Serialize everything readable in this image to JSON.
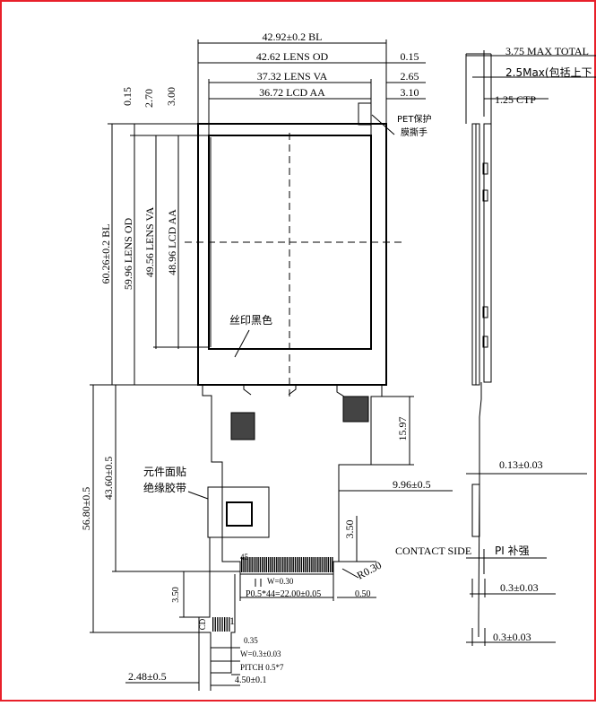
{
  "border_color": "#e8202a",
  "dims_top": {
    "bl_width": "42.92±0.2 BL",
    "lens_od_width": "42.62 LENS OD",
    "lens_va_width": "37.32 LENS VA",
    "lcd_aa_width": "36.72 LCD AA",
    "right_gap_1": "0.15",
    "right_gap_2": "2.65",
    "right_gap_3": "3.10"
  },
  "dims_left": {
    "top_gap_1": "0.15",
    "top_gap_2": "2.70",
    "top_gap_3": "3.00",
    "bl_height": "60.26±0.2 BL",
    "lens_od_height": "59.96 LENS OD",
    "lens_va_height": "49.56 LENS VA",
    "lcd_aa_height": "48.96 LCD AA",
    "total_height": "56.80±0.5",
    "fpc_height": "43.60±0.5",
    "small_gap": "3.50",
    "bottom_offset": "2.48±0.5"
  },
  "dims_fpc": {
    "tab_height": "15.97",
    "tab_offset": "9.96±0.5",
    "contact_gap": "3.50",
    "w_pad": "W=0.30",
    "radius": "R0.30",
    "pitch_main": "P0.5*44=22.00±0.05",
    "end_gap": "0.50",
    "pin_45": "45",
    "pin_1": "1",
    "small_035": "0.35",
    "w_small": "W=0.3±0.03",
    "pitch_small": "PITCH 0.5*7",
    "tab_width": "4.50±0.1",
    "tail_mark": "CD"
  },
  "dims_side": {
    "max_total": "3.75 MAX TOTAL",
    "max_incl": "2.5Max(包括上下",
    "ctp": "1.25 CTP",
    "fpc_thick": "0.13±0.03",
    "contact_side": "CONTACT SIDE",
    "pi_stiffener": "PI 补强",
    "stiff_thick_1": "0.3±0.03",
    "stiff_thick_2": "0.3±0.03"
  },
  "notes": {
    "pet_line1": "PET保护",
    "pet_line2": "膜撕手",
    "silkscreen": "丝印黑色",
    "component_line1": "元件面贴",
    "component_line2": "绝缘胶带"
  }
}
